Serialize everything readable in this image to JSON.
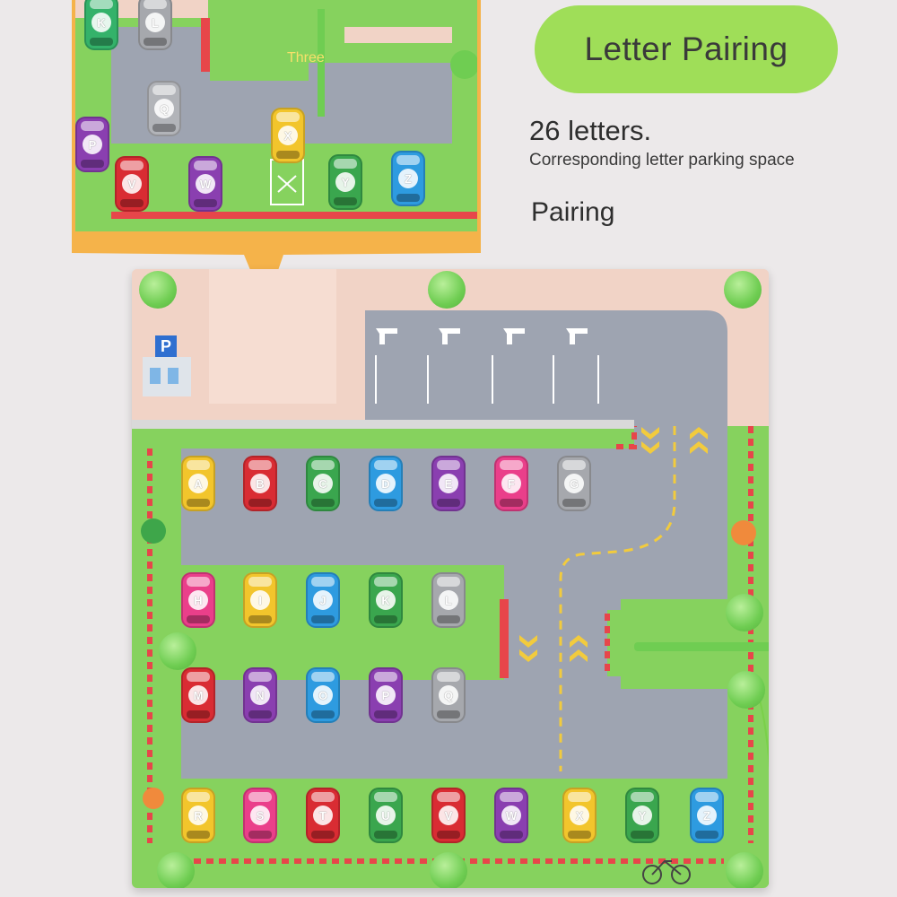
{
  "heading": {
    "pill": "Letter Pairing",
    "line1": "26 letters.",
    "line2": "Corresponding letter parking space",
    "line3": "Pairing"
  },
  "callout": {
    "label": "Three",
    "visible_letters": [
      "K",
      "L",
      "Q",
      "P",
      "V",
      "W",
      "X",
      "Y",
      "Z"
    ]
  },
  "board": {
    "sign": "P",
    "rows": [
      [
        "A",
        "B",
        "C",
        "D",
        "E",
        "F",
        "G"
      ],
      [
        "H",
        "I",
        "J",
        "K",
        "L"
      ],
      [
        "M",
        "N",
        "O",
        "P",
        "Q"
      ],
      [
        "R",
        "S",
        "T",
        "U",
        "V",
        "W",
        "X",
        "Y",
        "Z"
      ]
    ]
  },
  "colors": {
    "pill": "#9fde58",
    "grass": "#86d25e",
    "road": "#9ea4b1",
    "pink_panel": "#f1d3c6",
    "callout_border": "#f5b34a"
  }
}
